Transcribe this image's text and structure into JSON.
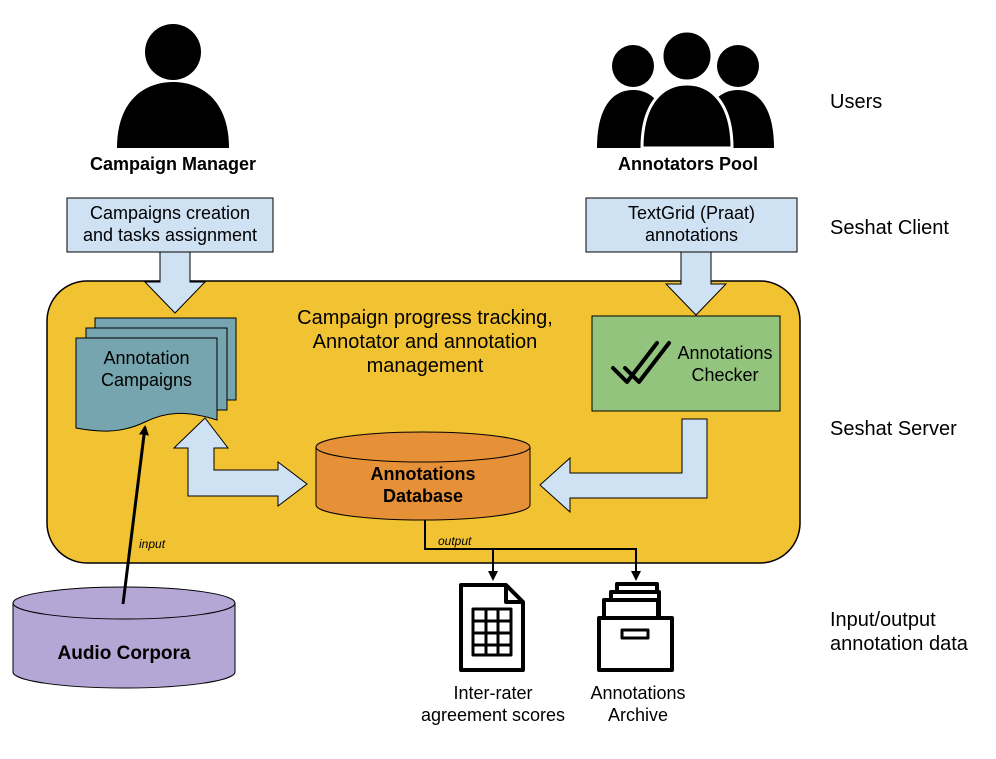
{
  "layers": {
    "users": "Users",
    "client": "Seshat Client",
    "server": "Seshat Server",
    "io": [
      "Input/output",
      "annotation data"
    ]
  },
  "actors": {
    "manager": "Campaign Manager",
    "annotators": "Annotators Pool"
  },
  "client_boxes": {
    "campaigns": [
      "Campaigns creation",
      "and tasks assignment"
    ],
    "textgrid": [
      "TextGrid (Praat)",
      "annotations"
    ]
  },
  "server": {
    "tracking": [
      "Campaign progress tracking,",
      "Annotator and annotation",
      "management"
    ],
    "campaigns_doc": [
      "Annotation",
      "Campaigns"
    ],
    "checker": [
      "Annotations",
      "Checker"
    ],
    "database": [
      "Annotations",
      "Database"
    ]
  },
  "flows": {
    "input": "input",
    "output": "output"
  },
  "corpora": "Audio Corpora",
  "outputs": {
    "scores": [
      "Inter-rater",
      "agreement scores"
    ],
    "archive": [
      "Annotations",
      "Archive"
    ]
  },
  "colors": {
    "server_bg": "#f1c232",
    "client_box": "#cfe2f3",
    "campaigns_doc": "#76a5af",
    "checker": "#93c47d",
    "database": "#e69138",
    "corpora": "#b4a7d6",
    "outline": "#000000"
  },
  "icons": [
    "person-icon",
    "group-icon",
    "double-check-icon",
    "spreadsheet-icon",
    "archive-box-icon"
  ]
}
